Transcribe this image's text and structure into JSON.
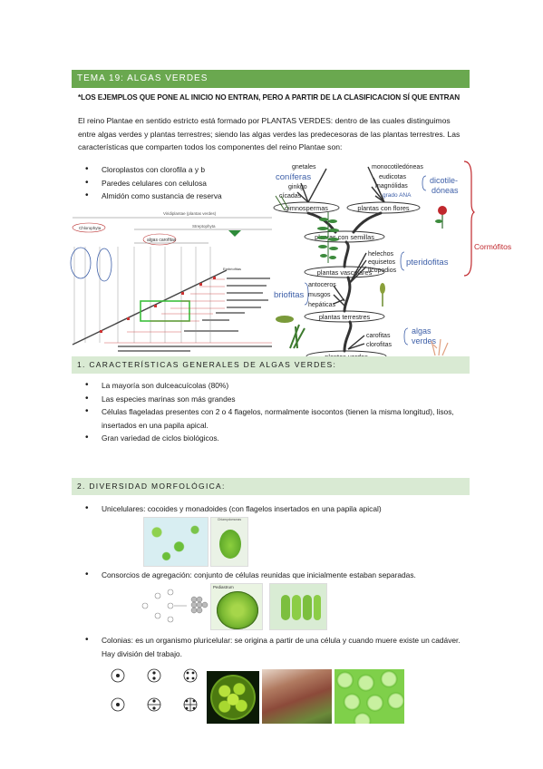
{
  "title": "TEMA 19: ALGAS VERDES",
  "note": "*LOS EJEMPLOS QUE PONE AL INICIO NO ENTRAN, PERO A PARTIR DE LA CLASIFICACION SÍ QUE ENTRAN",
  "intro": "El reino Plantae en sentido estricto está formado por PLANTAS VERDES: dentro de las cuales distinguimos entre algas verdes y plantas terrestres; siendo las algas verdes las predecesoras de las plantas terrestres. Las características que comparten todos los componentes del reino Plantae son:",
  "shared_traits": [
    "Cloroplastos con clorofila a y b",
    "Paredes celulares con celulosa",
    "Almidón como sustancia de reserva"
  ],
  "cladogram": {
    "top_label": "Viridiplantae (plantas verdes)",
    "streptophyta": "Streptophyta",
    "chlorophyta": "Chlorophyta",
    "algas_carofitas": "algas  carofitas",
    "embryophyta": "Embriofitas"
  },
  "evo_tree": {
    "gnetales": "gnetales",
    "coniferas": "coníferas",
    "ginkgo": "ginkgo",
    "cicadas": "cícadas",
    "monocot": "monocotiledóneas",
    "eudicotas": "eudicotas",
    "magnolidas": "magnólidas",
    "grado_ana": "grado ANA",
    "dicot": "dicotile-\ndóneas",
    "gimnospermas": "gimnospermas",
    "plantas_flores": "plantas con flores",
    "plantas_semillas": "plantas con semillas",
    "helechos": "helechos",
    "equisetos": "equisetos",
    "licopodios": "licopodios",
    "pteridofitas": "pteridofitas",
    "plantas_vasculares": "plantas vasculares",
    "antoceros": "antoceros",
    "musgos": "musgos",
    "hepaticas": "hepáticas",
    "briofitas": "briofitas",
    "plantas_terrestres": "plantas terrestres",
    "carofitas": "carofitas",
    "clorofitas": "clorofitas",
    "algas_verdes_lbl": "algas verdes",
    "plantas_verdes": "plantas verdes",
    "cormofitos": "Cormófitos"
  },
  "section1": {
    "title": "1. CARACTERÍSTICAS GENERALES DE ALGAS VERDES:",
    "items": [
      "La mayoría son dulceacuícolas (80%)",
      "Las especies marinas son más grandes",
      "Células flageladas presentes con 2 o 4 flagelos, normalmente isocontos (tienen la misma longitud), lisos, insertados en una papila apical.",
      "Gran variedad de ciclos biológicos."
    ]
  },
  "section2": {
    "title": "2. DIVERSIDAD MORFOLÓGICA:",
    "items": [
      "Unicelulares: cocoides y monadoides (con flagelos insertados en una papila apical)",
      "Consorcios de agregación: conjunto de células reunidas que inicialmente estaban separadas.",
      "Colonias: es un organismo pluricelular: se origina a partir de una célula y cuando muere existe un cadáver. Hay división del trabajo."
    ],
    "img_label_1": "Chlamydomonas",
    "img_label_2": "Pediastrum"
  },
  "colors": {
    "header_green": "#6aa84f",
    "section_bg": "#d9ead3",
    "tree_blue": "#3d5fa8",
    "cormofitos_red": "#c0282d"
  }
}
